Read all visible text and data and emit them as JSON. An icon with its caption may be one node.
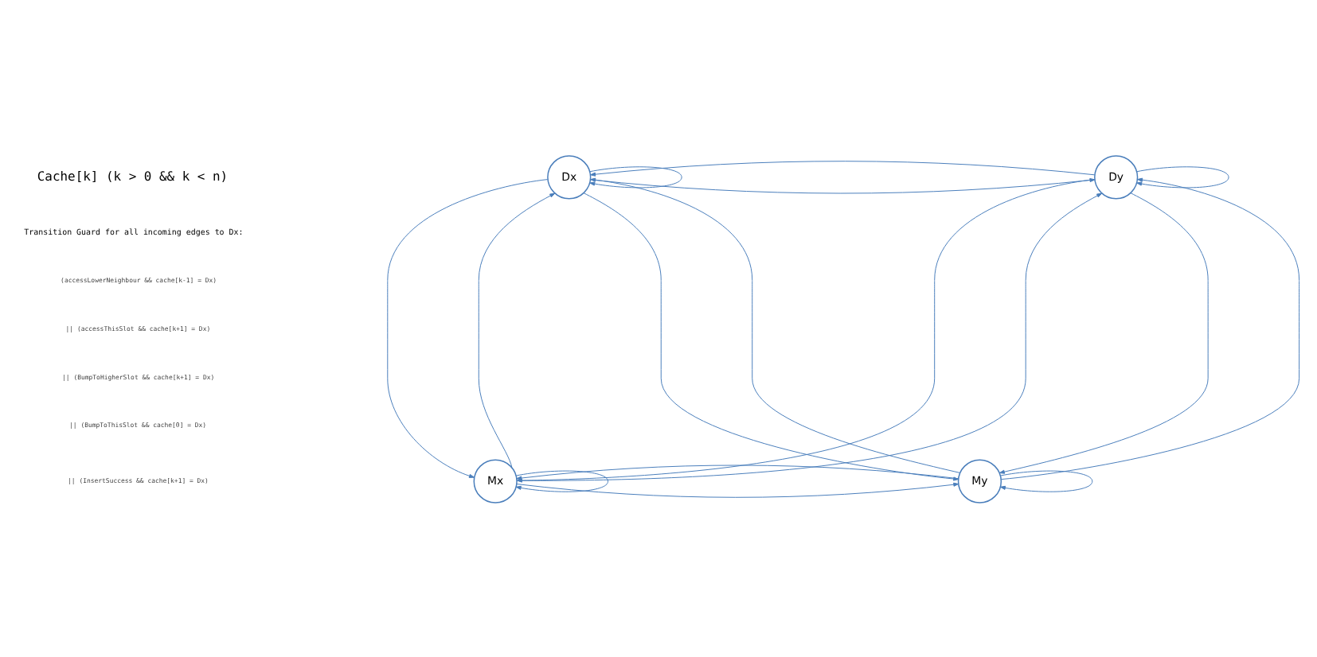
{
  "diagram": {
    "nodes": [
      {
        "text": [
          "Dx"
        ]
      },
      {
        "text": [
          "Dy"
        ]
      },
      {
        "text": [
          "Mx"
        ]
      },
      {
        "text": [
          "My"
        ]
      }
    ],
    "edges": [
      {
        "from": 0,
        "to": 0,
        "arrow": "to"
      },
      {
        "from": 1,
        "to": 1,
        "arrow": "to"
      },
      {
        "from": 2,
        "to": 2,
        "arrow": "to"
      },
      {
        "from": 3,
        "to": 3,
        "arrow": "to"
      },
      {
        "from": 0,
        "to": 1,
        "arrow": "to"
      },
      {
        "from": 1,
        "to": 0,
        "arrow": "to"
      },
      {
        "from": 0,
        "to": 2,
        "arrow": "to"
      },
      {
        "from": 2,
        "to": 0,
        "arrow": "to"
      },
      {
        "from": 1,
        "to": 3,
        "arrow": "to"
      },
      {
        "from": 3,
        "to": 1,
        "arrow": "to"
      },
      {
        "from": 2,
        "to": 3,
        "arrow": "to"
      },
      {
        "from": 3,
        "to": 2,
        "arrow": "to"
      },
      {
        "from": 0,
        "to": 3,
        "arrow": "to"
      },
      {
        "from": 3,
        "to": 0,
        "arrow": "to"
      },
      {
        "from": 1,
        "to": 2,
        "arrow": "to"
      },
      {
        "from": 2,
        "to": 1,
        "arrow": "to"
      }
    ],
    "labels": [
      "Cache[k] (k > 0 && k < n)",
      "Transition Guard for all incoming edges to Dx:",
      "(accessLowerNeighbour && cache[k-1] = Dx)",
      "|| (accessThisSlot && cache[k+1] = Dx)",
      "|| (BumpToHigherSlot && cache[k+1] = Dx)",
      "|| (BumpToThisSlot && cache[0] = Dx)",
      "|| (InsertSuccess && cache[k+1] = Dx)"
    ]
  }
}
